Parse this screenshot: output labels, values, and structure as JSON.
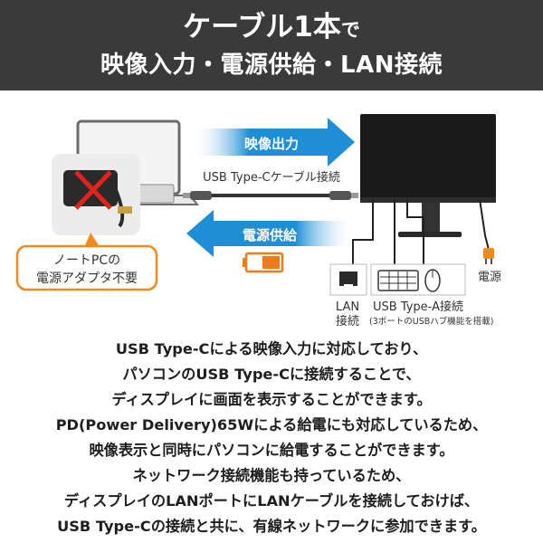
{
  "header": {
    "title_main": "ケーブル1本",
    "title_suffix": "で",
    "subtitle": "映像入力・電源供給・LAN接続"
  },
  "diagram": {
    "arrow_video_label": "映像出力",
    "cable_label": "USB Type-Cケーブル接続",
    "arrow_power_label": "電源供給",
    "no_adapter_line1": "ノートPCの",
    "no_adapter_line2": "電源アダプタ不要",
    "power_label": "電源",
    "lan_label_line1": "LAN",
    "lan_label_line2": "接続",
    "usb_label": "USB Type-A接続",
    "usb_note": "(3ポートのUSBハブ機能を搭載)",
    "colors": {
      "arrow_blue": "#1e8fd6",
      "callout_orange": "#f08a1e",
      "battery_orange": "#f07a1a",
      "header_bg": "#3a3a3a"
    }
  },
  "body": {
    "lines": [
      "USB Type-Cによる映像入力に対応しており、",
      "パソコンのUSB Type-Cに接続することで、",
      "ディスプレイに画面を表示することができます。",
      "PD(Power Delivery)65Wによる給電にも対応しているため、",
      "映像表示と同時にパソコンに給電することができます。",
      "ネットワーク接続機能も持っているため、",
      "ディスプレイのLANポートにLANケーブルを接続しておけば、",
      "USB Type-Cの接続と共に、有線ネットワークに参加できます。"
    ]
  }
}
